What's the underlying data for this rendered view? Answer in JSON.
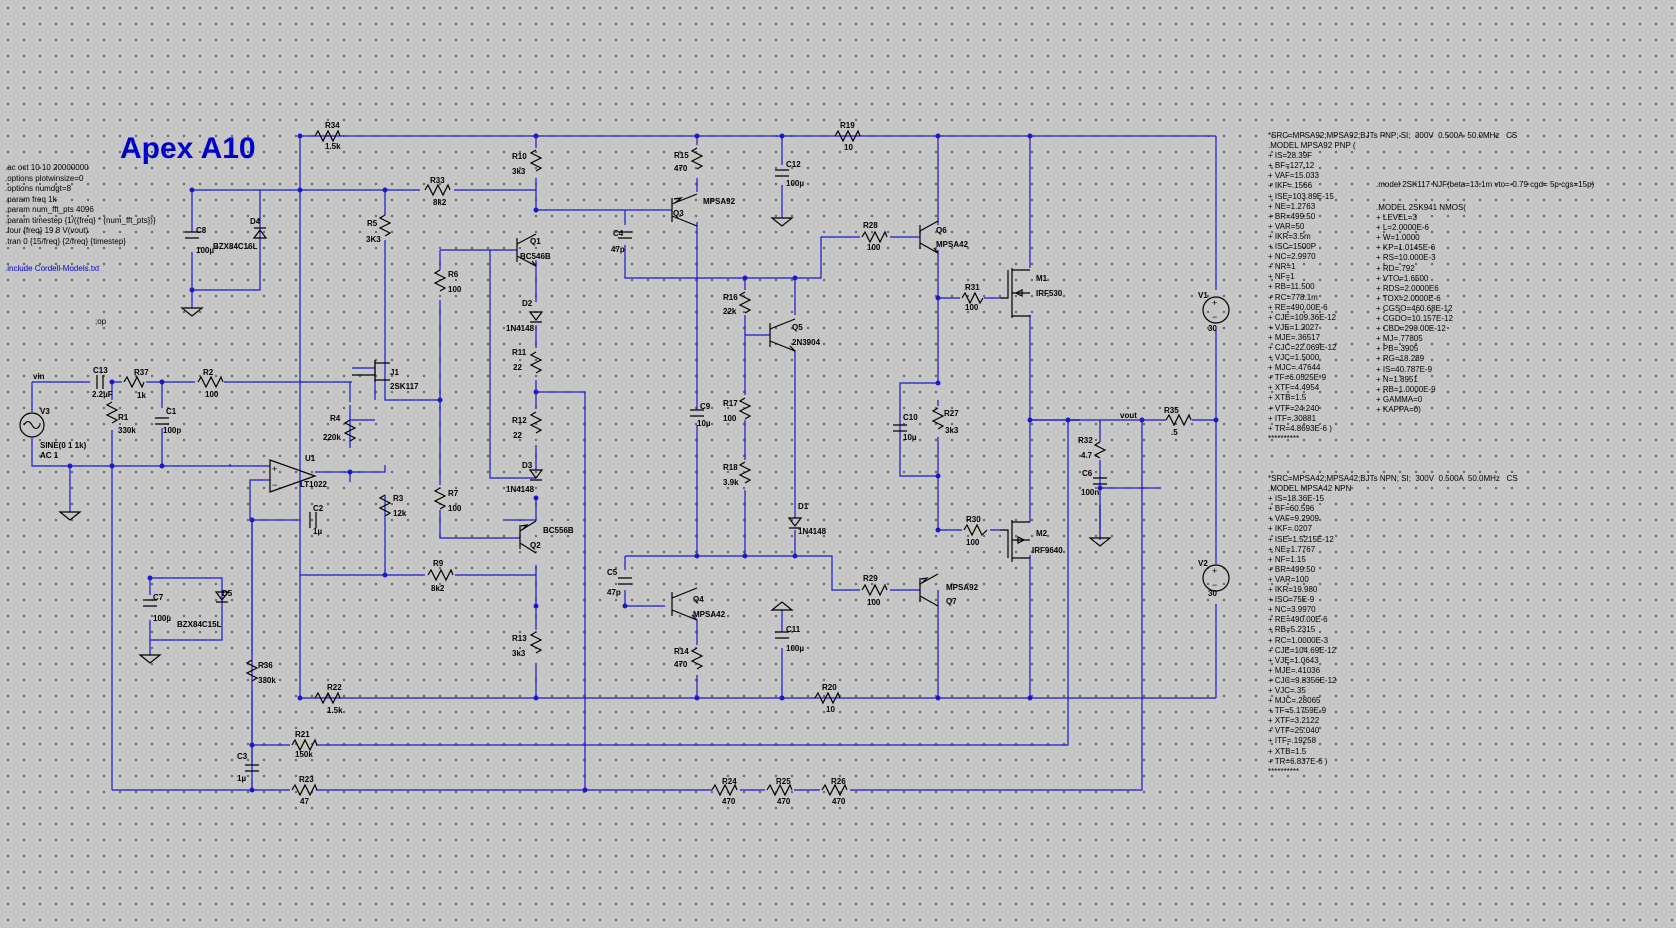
{
  "title": "Apex A10",
  "directives": [
    ".ac oct 10 10 20000000",
    ".options plotwinsize=0",
    ".options numdgt=8",
    ".param freq 1k",
    ".param num_fft_pts 4096",
    ".param timestep {1/({freq} * {num_fft_pts})}",
    ".four {freq} 19 8 V(vout)",
    ".tran 0 {15/freq} {2/freq} {timestep}"
  ],
  "include": ".include Cordell-Models.txt",
  "op": ";op",
  "nets": {
    "vin": "vin",
    "vout": "vout"
  },
  "sources": {
    "V3": {
      "name": "V3",
      "value": "SINE(0 1 1k)",
      "ac": "AC 1"
    },
    "V1": {
      "name": "V1",
      "value": "30"
    },
    "V2": {
      "name": "V2",
      "value": "30"
    }
  },
  "resistors": [
    {
      "name": "R34",
      "value": "1.5k"
    },
    {
      "name": "R33",
      "value": "8k2"
    },
    {
      "name": "R5",
      "value": "3K3"
    },
    {
      "name": "R6",
      "value": "100"
    },
    {
      "name": "R4",
      "value": "220k"
    },
    {
      "name": "R3",
      "value": "12k"
    },
    {
      "name": "R7",
      "value": "100"
    },
    {
      "name": "R9",
      "value": "8k2"
    },
    {
      "name": "R36",
      "value": "330k"
    },
    {
      "name": "R21",
      "value": "150k"
    },
    {
      "name": "R22",
      "value": "1.5k"
    },
    {
      "name": "R23",
      "value": "47"
    },
    {
      "name": "R37",
      "value": "1k"
    },
    {
      "name": "R1",
      "value": "330k"
    },
    {
      "name": "R2",
      "value": "100"
    },
    {
      "name": "R10",
      "value": "3k3"
    },
    {
      "name": "R11",
      "value": "22"
    },
    {
      "name": "R12",
      "value": "22"
    },
    {
      "name": "R13",
      "value": "3k3"
    },
    {
      "name": "R15",
      "value": "470"
    },
    {
      "name": "R14",
      "value": "470"
    },
    {
      "name": "R16",
      "value": "22k"
    },
    {
      "name": "R17",
      "value": "100"
    },
    {
      "name": "R18",
      "value": "3.9k"
    },
    {
      "name": "R19",
      "value": "10"
    },
    {
      "name": "R20",
      "value": "10"
    },
    {
      "name": "R28",
      "value": "100"
    },
    {
      "name": "R29",
      "value": "100"
    },
    {
      "name": "R31",
      "value": "100"
    },
    {
      "name": "R30",
      "value": "100"
    },
    {
      "name": "R27",
      "value": "3k3"
    },
    {
      "name": "R32",
      "value": "4.7"
    },
    {
      "name": "R35",
      "value": ".5"
    },
    {
      "name": "R24",
      "value": "470"
    },
    {
      "name": "R25",
      "value": "470"
    },
    {
      "name": "R26",
      "value": "470"
    }
  ],
  "capacitors": [
    {
      "name": "C8",
      "value": "100µ"
    },
    {
      "name": "C13",
      "value": "2.2µF"
    },
    {
      "name": "C1",
      "value": "100p"
    },
    {
      "name": "C2",
      "value": "1µ"
    },
    {
      "name": "C7",
      "value": "100µ"
    },
    {
      "name": "C3",
      "value": "1µ"
    },
    {
      "name": "C4",
      "value": "47p"
    },
    {
      "name": "C5",
      "value": "47p"
    },
    {
      "name": "C9",
      "value": "10µ"
    },
    {
      "name": "C12",
      "value": "100µ"
    },
    {
      "name": "C11",
      "value": "100µ"
    },
    {
      "name": "C10",
      "value": "10µ"
    },
    {
      "name": "C6",
      "value": "100n"
    }
  ],
  "diodes": [
    {
      "name": "D4",
      "value": "BZX84C16L"
    },
    {
      "name": "D5",
      "value": "BZX84C15L"
    },
    {
      "name": "D2",
      "value": "1N4148"
    },
    {
      "name": "D3",
      "value": "1N4148"
    },
    {
      "name": "D1",
      "value": "1N4148"
    }
  ],
  "transistors": [
    {
      "name": "Q1",
      "value": "BC546B"
    },
    {
      "name": "Q2",
      "value": "BC556B"
    },
    {
      "name": "Q3",
      "value": "MPSA92"
    },
    {
      "name": "Q4",
      "value": "MPSA42"
    },
    {
      "name": "Q5",
      "value": "2N3904"
    },
    {
      "name": "Q6",
      "value": "MPSA42"
    },
    {
      "name": "Q7",
      "value": "MPSA92"
    },
    {
      "name": "J1",
      "value": "2SK117"
    },
    {
      "name": "M1",
      "value": "IRF530"
    },
    {
      "name": "M2",
      "value": "IRF9640"
    },
    {
      "name": "U1",
      "value": "LT1022"
    }
  ],
  "models": {
    "mpsa92": "*SRC=MPSA92;MPSA92;BJTs PNP; SI;  300V  0.500A  50.0MHz   CS\n.MODEL MPSA92 PNP (\n+ IS=28.39F\n+ BF=127.12\n+ VAF=15.033\n+ IKF=.1566\n+ ISE=103.89E-15\n+ NE=1.2763\n+ BR=499.50\n+ VAR=50\n+ IKR=3.5m\n+ ISC=1500P\n+ NC=2.9970\n+ NR=1\n+ NF=1\n+ RB=11.500\n+ RC=778.1m\n+ RE=490.00E-6\n+ CJE=109.36E-12\n+ VJE=1.2027\n+ MJE=.36517\n+ CJC=22.069E-12\n+ VJC=1.5000\n+ MJC=.47644\n+ TF=6.0525E-9\n+ XTF=4.4954\n+ XTB=1.5\n+ VTF=24.240\n+ ITF=.30881\n+ TR=4.8693E-6 )\n**********",
    "njf": ".model 2SK117 NJF(beta=13.1m vto=-0.79 cgd= 5p cgs=15p)",
    "nmos": ".MODEL 2SK941 NMOS(\n+ LEVEL=3\n+ L=2.0000E-6\n+ W=1.0000\n+ KP=1.0145E-6\n+ RS=10.000E-3\n+ RD=.792\n+ VTO=1.6500\n+ RDS=2.0000E6\n+ TOX=2.0000E-6\n+ CGSO=460.68E-12\n+ CGDO=10.157E-12\n+ CBD=290.00E-12\n+ MJ=.77805\n+ PB=.3905\n+ RG=18.289\n+ IS=40.787E-9\n+ N=1.8951\n+ RB=1.0000E-9\n+ GAMMA=0\n+ KAPPA=0)",
    "mpsa42": "*SRC=MPSA42;MPSA42;BJTs NPN; SI;  300V  0.500A  50.0MHz   CS\n.MODEL MPSA42 NPN\n+ IS=18.36E-15\n+ BF=60.596\n+ VAF=9.2909\n+ IKF=.0207\n+ ISE=1.5215E-12\n+ NE=1.7767\n+ NF=1.15\n+ BR=499.50\n+ VAR=100\n+ IKR=19.980\n+ ISC=75E-9\n+ NC=3.9970\n+ RE=490.00E-6\n+ RB=5.2315\n+ RC=1.0000E-3\n+ CJE=104.69E-12\n+ VJE=1.0643\n+ MJE=.41036\n+ CJC=9.8356E-12\n+ VJC=.35\n+ MJC=.28065\n+ TF=5.1759E-9\n+ XTF=3.2122\n+ VTF=25.040\n+ ITF=.19258\n+ XTB=1.5\n+ TR=6.837E-6 )\n**********"
  }
}
